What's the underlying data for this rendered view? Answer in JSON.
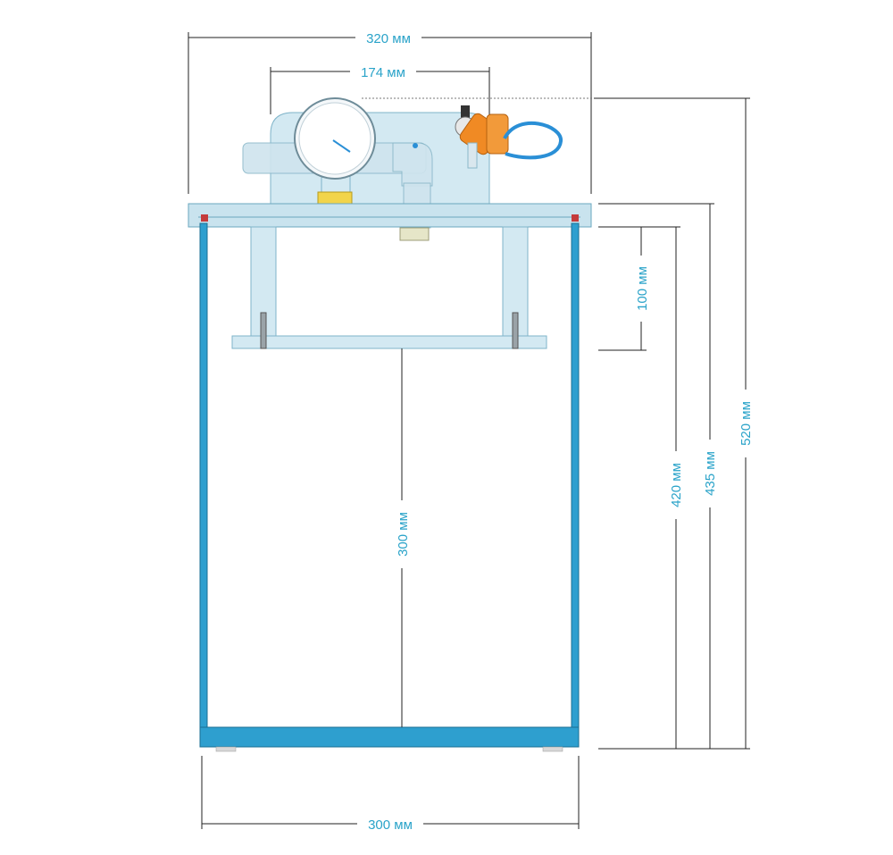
{
  "dimensions": {
    "overall_width": "320 мм",
    "pump_width": "174 мм",
    "shelf_drop": "100 мм",
    "shelf_height": "300 мм",
    "inner_height": "420 мм",
    "lid_height": "435 мм",
    "total_height": "520 мм",
    "base_width": "300 мм"
  },
  "colors": {
    "frame": "#2e9fcf",
    "dimension_text": "#2aa3c9",
    "valve": "#f08a24",
    "hose": "#2a8fd6",
    "brass_fitting": "#f2d44a"
  },
  "icons": {
    "gauge": "pressure-gauge-icon",
    "valve": "ball-valve-icon"
  }
}
